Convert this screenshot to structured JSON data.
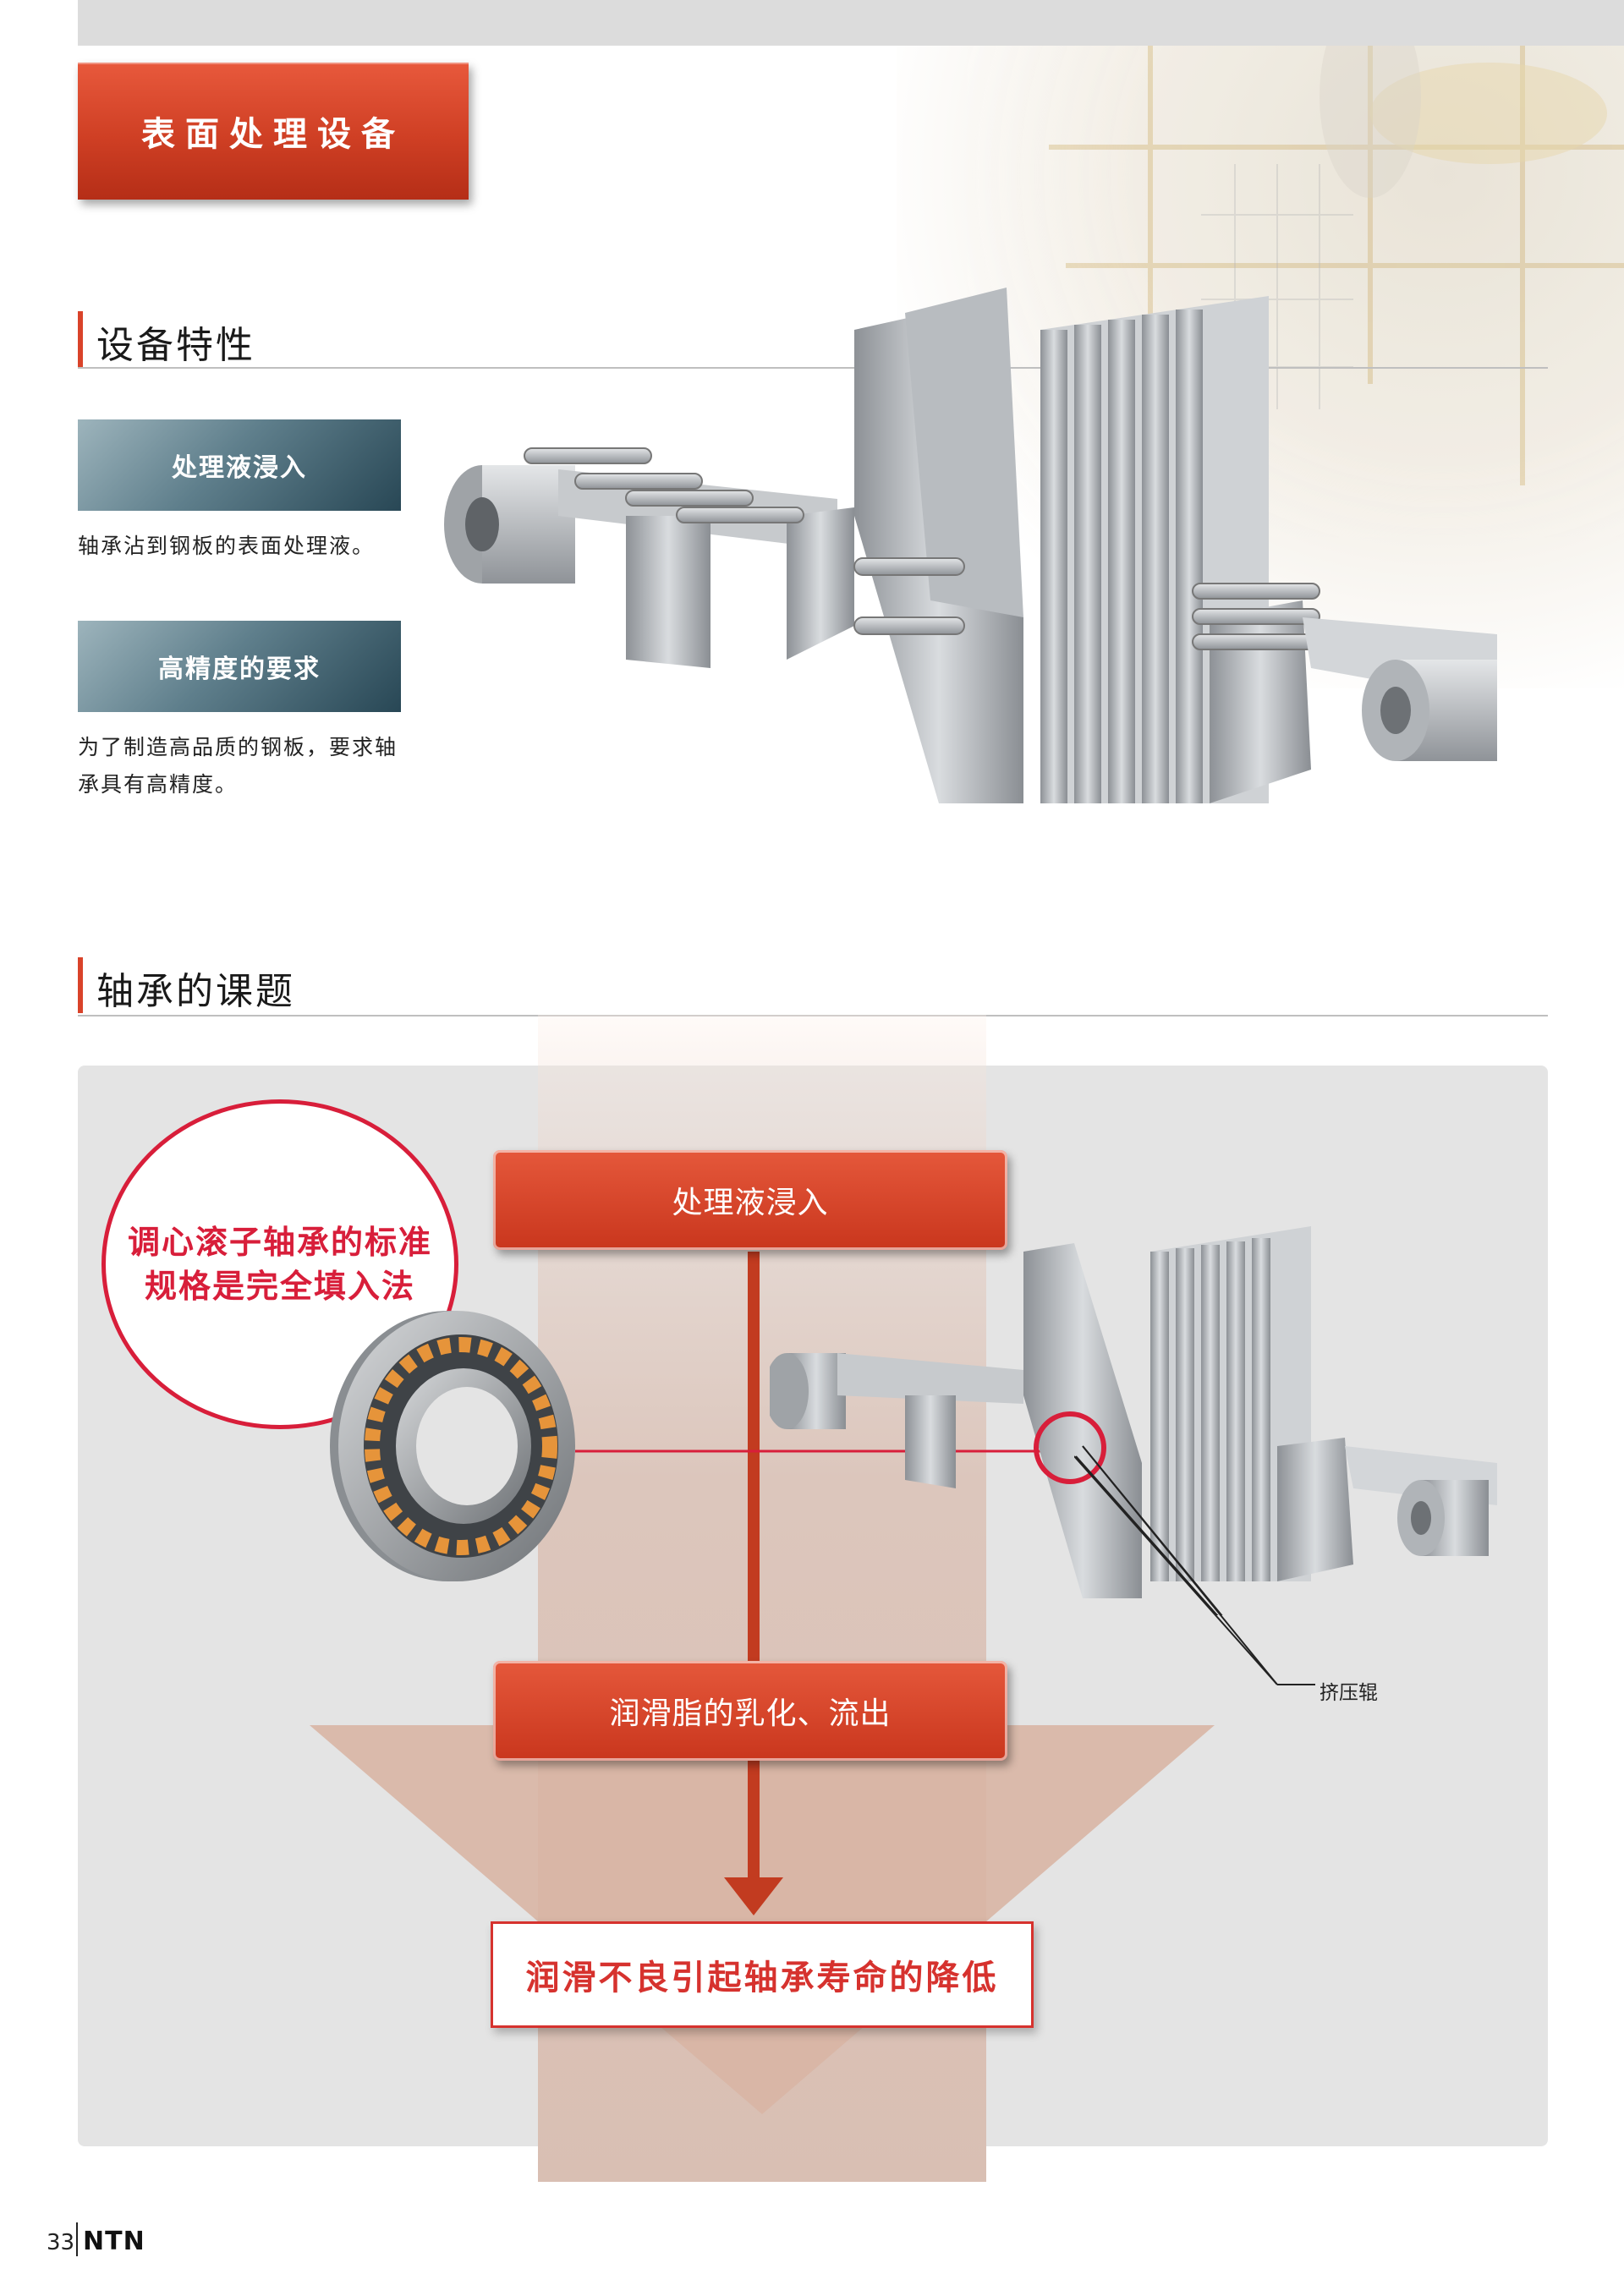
{
  "header": {
    "badge_title": "表面处理设备"
  },
  "features_section": {
    "title": "设备特性",
    "items": [
      {
        "label": "处理液浸入",
        "text": "轴承沾到钢板的表面处理液。"
      },
      {
        "label": "高精度的要求",
        "text_line1": "为了制造高品质的钢板，要求轴",
        "text_line2": "承具有高精度。"
      }
    ]
  },
  "problems_section": {
    "title": "轴承的课题",
    "circle_note_line1": "调心滚子轴承的标准",
    "circle_note_line2": "规格是完全填入法",
    "flow": [
      "处理液浸入",
      "润滑脂的乳化、流出"
    ],
    "result": "润滑不良引起轴承寿命的降低",
    "callout_label": "挤压辊"
  },
  "footer": {
    "page_number": "33",
    "brand": "NTN"
  },
  "colors": {
    "accent_red": "#d9432a",
    "teal": "#284755",
    "panel_gray": "#e4e4e4",
    "note_red": "#d81e3a"
  }
}
